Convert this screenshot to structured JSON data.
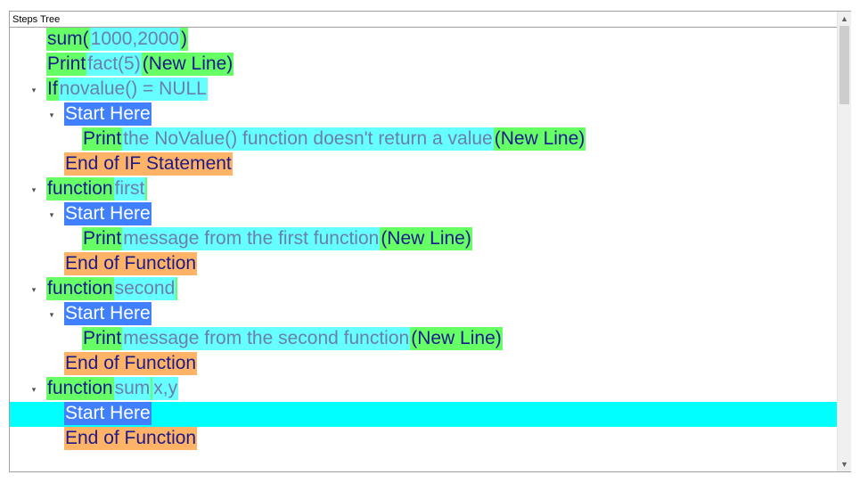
{
  "panel": {
    "title": "Steps Tree"
  },
  "icons": {
    "expanded": "▾",
    "scroll_up": "▲",
    "scroll_down": "▼"
  },
  "tree": [
    {
      "level": 2,
      "toggle": false,
      "chips": [
        [
          "green",
          "sum("
        ],
        [
          "cyan",
          "1000,2000"
        ],
        [
          "green",
          ")"
        ]
      ]
    },
    {
      "level": 2,
      "toggle": false,
      "chips": [
        [
          "green",
          "Print"
        ],
        [
          "cyan",
          "fact(5)"
        ],
        [
          "green",
          "(New Line)"
        ]
      ]
    },
    {
      "level": 2,
      "toggle": true,
      "chips": [
        [
          "green",
          "If"
        ],
        [
          "cyan",
          "novalue() = NULL"
        ]
      ]
    },
    {
      "level": 3,
      "toggle": true,
      "chips": [
        [
          "blue",
          "Start Here"
        ]
      ]
    },
    {
      "level": 4,
      "toggle": false,
      "chips": [
        [
          "green",
          "Print"
        ],
        [
          "cyan",
          "the NoValue() function doesn't return a value"
        ],
        [
          "green",
          "(New Line)"
        ]
      ]
    },
    {
      "level": 3,
      "toggle": false,
      "chips": [
        [
          "orange",
          "End of IF Statement"
        ]
      ]
    },
    {
      "level": 2,
      "toggle": true,
      "chips": [
        [
          "green",
          "function"
        ],
        [
          "cyan",
          "first"
        ],
        [
          "green",
          " "
        ]
      ]
    },
    {
      "level": 3,
      "toggle": true,
      "chips": [
        [
          "blue",
          "Start Here"
        ]
      ]
    },
    {
      "level": 4,
      "toggle": false,
      "chips": [
        [
          "green",
          "Print"
        ],
        [
          "cyan",
          "message from the first function"
        ],
        [
          "green",
          "(New Line)"
        ]
      ]
    },
    {
      "level": 3,
      "toggle": false,
      "chips": [
        [
          "orange",
          "End of Function"
        ]
      ]
    },
    {
      "level": 2,
      "toggle": true,
      "chips": [
        [
          "green",
          "function"
        ],
        [
          "cyan",
          "second"
        ],
        [
          "green",
          " "
        ]
      ]
    },
    {
      "level": 3,
      "toggle": true,
      "chips": [
        [
          "blue",
          "Start Here"
        ]
      ]
    },
    {
      "level": 4,
      "toggle": false,
      "chips": [
        [
          "green",
          "Print"
        ],
        [
          "cyan",
          "message from the second function"
        ],
        [
          "green",
          "(New Line)"
        ]
      ]
    },
    {
      "level": 3,
      "toggle": false,
      "chips": [
        [
          "orange",
          "End of Function"
        ]
      ]
    },
    {
      "level": 2,
      "toggle": true,
      "chips": [
        [
          "green",
          "function"
        ],
        [
          "cyan",
          "sum"
        ],
        [
          "green",
          " "
        ],
        [
          "cyan",
          "x,y"
        ]
      ]
    },
    {
      "level": 3,
      "toggle": false,
      "selected": true,
      "chips": [
        [
          "blue",
          "Start Here"
        ]
      ]
    },
    {
      "level": 3,
      "toggle": false,
      "chips": [
        [
          "orange",
          "End of Function"
        ]
      ]
    }
  ]
}
